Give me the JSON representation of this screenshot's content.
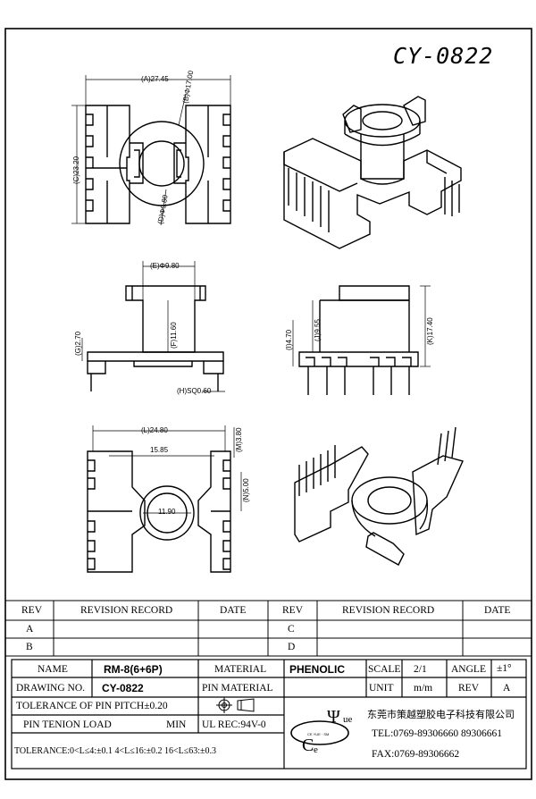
{
  "drawing_number_title": "CY-0822",
  "dimensions": {
    "A": "(A)27.45",
    "B": "(B)Φ17.00",
    "C": "(C)23.20",
    "D": "(D)Φ9.80",
    "E": "(E)Φ9.80",
    "F": "(F)11.60",
    "G": "(G)2.70",
    "H": "(H)SQ0.60",
    "I": "(I)4.70",
    "J": "(J)9.55",
    "K": "(K)17.40",
    "L": "(L)24.80",
    "M": "(M)3.80",
    "N": "(N)5.00",
    "pitch_top": "15.85",
    "center_bore": "11.90"
  },
  "revision_table": {
    "headers": [
      "REV",
      "REVISION RECORD",
      "DATE",
      "REV",
      "REVISION RECORD",
      "DATE"
    ],
    "rows": [
      [
        "A",
        "",
        "",
        "C",
        "",
        ""
      ],
      [
        "B",
        "",
        "",
        "D",
        "",
        ""
      ]
    ]
  },
  "title_block": {
    "name_label": "NAME",
    "name_value": "RM-8(6+6P)",
    "material_label": "MATERIAL",
    "material_value": "PHENOLIC",
    "scale_label": "SCALE",
    "scale_value": "2/1",
    "angle_label": "ANGLE",
    "angle_value": "±1°",
    "drawing_no_label": "DRAWING NO.",
    "drawing_no_value": "CY-0822",
    "pin_material_label": "PIN MATERIAL",
    "unit_label": "UNIT",
    "unit_value": "m/m",
    "rev_label": "REV",
    "rev_value": "A",
    "pitch_tolerance": "TOLERANCE OF PIN PITCH±0.20",
    "pin_tension_label": "PIN TENION LOAD",
    "pin_tension_min": "MIN",
    "ul_rec": "UL REC:94V-0",
    "general_tolerance": "TOLERANCE:0<L≤4:±0.1  4<L≤16:±0.2  16<L≤63:±0.3",
    "company_name": "东莞市策越塑胶电子科技有限公司",
    "tel": "TEL:0769-89306660 89306661",
    "fax": "FAX:0769-89306662"
  }
}
